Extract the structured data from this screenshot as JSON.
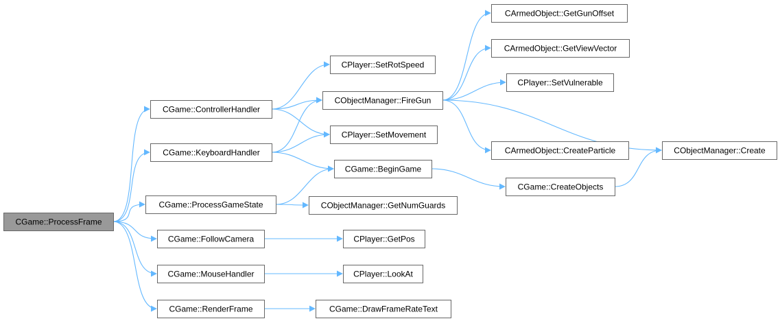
{
  "diagram": {
    "nodes": [
      {
        "id": "process_frame",
        "label": "CGame::ProcessFrame",
        "root": true
      },
      {
        "id": "controller_handler",
        "label": "CGame::ControllerHandler"
      },
      {
        "id": "keyboard_handler",
        "label": "CGame::KeyboardHandler"
      },
      {
        "id": "process_game_state",
        "label": "CGame::ProcessGameState"
      },
      {
        "id": "follow_camera",
        "label": "CGame::FollowCamera"
      },
      {
        "id": "mouse_handler",
        "label": "CGame::MouseHandler"
      },
      {
        "id": "render_frame",
        "label": "CGame::RenderFrame"
      },
      {
        "id": "set_rot_speed",
        "label": "CPlayer::SetRotSpeed"
      },
      {
        "id": "fire_gun",
        "label": "CObjectManager::FireGun"
      },
      {
        "id": "set_movement",
        "label": "CPlayer::SetMovement"
      },
      {
        "id": "begin_game",
        "label": "CGame::BeginGame"
      },
      {
        "id": "get_num_guards",
        "label": "CObjectManager::GetNumGuards"
      },
      {
        "id": "get_pos",
        "label": "CPlayer::GetPos"
      },
      {
        "id": "look_at",
        "label": "CPlayer::LookAt"
      },
      {
        "id": "draw_frame_rate_text",
        "label": "CGame::DrawFrameRateText"
      },
      {
        "id": "get_gun_offset",
        "label": "CArmedObject::GetGunOffset"
      },
      {
        "id": "get_view_vector",
        "label": "CArmedObject::GetViewVector"
      },
      {
        "id": "set_vulnerable",
        "label": "CPlayer::SetVulnerable"
      },
      {
        "id": "create_particle",
        "label": "CArmedObject::CreateParticle"
      },
      {
        "id": "create_objects",
        "label": "CGame::CreateObjects"
      },
      {
        "id": "om_create",
        "label": "CObjectManager::Create"
      }
    ],
    "edges": [
      {
        "from": "process_frame",
        "to": "controller_handler"
      },
      {
        "from": "process_frame",
        "to": "keyboard_handler"
      },
      {
        "from": "process_frame",
        "to": "process_game_state"
      },
      {
        "from": "process_frame",
        "to": "follow_camera"
      },
      {
        "from": "process_frame",
        "to": "mouse_handler"
      },
      {
        "from": "process_frame",
        "to": "render_frame"
      },
      {
        "from": "controller_handler",
        "to": "set_rot_speed"
      },
      {
        "from": "controller_handler",
        "to": "fire_gun"
      },
      {
        "from": "controller_handler",
        "to": "set_movement"
      },
      {
        "from": "keyboard_handler",
        "to": "fire_gun"
      },
      {
        "from": "keyboard_handler",
        "to": "set_movement"
      },
      {
        "from": "keyboard_handler",
        "to": "begin_game"
      },
      {
        "from": "process_game_state",
        "to": "begin_game"
      },
      {
        "from": "process_game_state",
        "to": "get_num_guards"
      },
      {
        "from": "follow_camera",
        "to": "get_pos"
      },
      {
        "from": "mouse_handler",
        "to": "look_at"
      },
      {
        "from": "render_frame",
        "to": "draw_frame_rate_text"
      },
      {
        "from": "fire_gun",
        "to": "get_gun_offset"
      },
      {
        "from": "fire_gun",
        "to": "get_view_vector"
      },
      {
        "from": "fire_gun",
        "to": "set_vulnerable"
      },
      {
        "from": "fire_gun",
        "to": "create_particle"
      },
      {
        "from": "fire_gun",
        "to": "om_create"
      },
      {
        "from": "begin_game",
        "to": "create_objects"
      },
      {
        "from": "create_objects",
        "to": "om_create"
      }
    ]
  },
  "colors": {
    "edge": "#63b8ff",
    "node_border": "#666666",
    "root_fill": "#999999",
    "node_fill": "#ffffff",
    "text": "#000000"
  }
}
